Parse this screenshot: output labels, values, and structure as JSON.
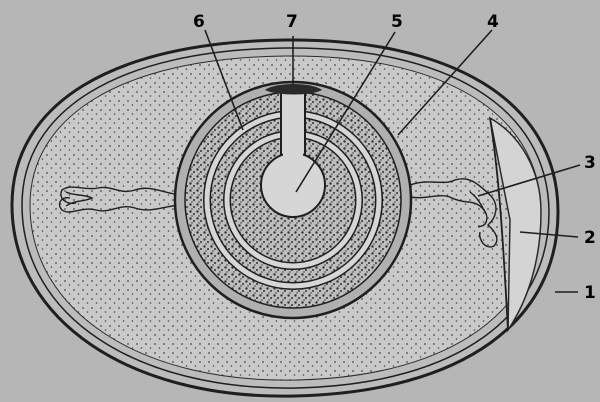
{
  "colors": {
    "background": "#b6b6b6",
    "ink": "#1f1f1f",
    "albumen": "#c9c9c9",
    "yolk": "#bdbdbd",
    "chamber": "#d4d4d4"
  },
  "labels": {
    "l1": "1",
    "l2": "2",
    "l3": "3",
    "l4": "4",
    "l5": "5",
    "l6": "6",
    "l7": "7"
  }
}
